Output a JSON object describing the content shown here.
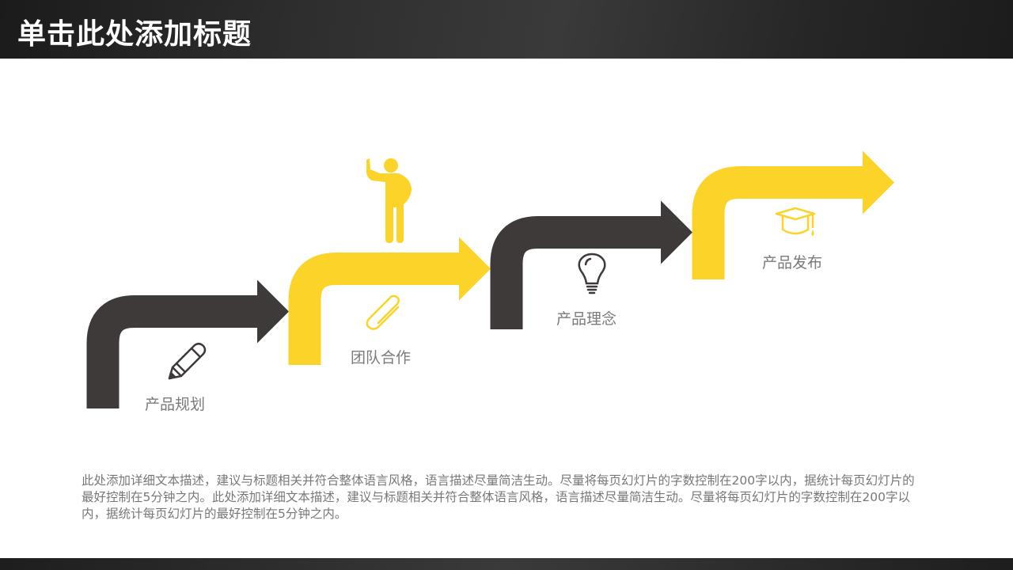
{
  "header": {
    "title": "单击此处添加标题"
  },
  "colors": {
    "dark": "#3e3a39",
    "yellow": "#fcd328",
    "label": "#7a7a7a"
  },
  "steps": [
    {
      "label": "产品规划",
      "icon": "pencil-icon",
      "color": "dark"
    },
    {
      "label": "团队合作",
      "icon": "paperclip-icon",
      "color": "yellow"
    },
    {
      "label": "产品理念",
      "icon": "lightbulb-icon",
      "color": "dark"
    },
    {
      "label": "产品发布",
      "icon": "graduation-cap-icon",
      "color": "yellow"
    }
  ],
  "description": "此处添加详细文本描述，建议与标题相关并符合整体语言风格，语言描述尽量简洁生动。尽量将每页幻灯片的字数控制在200字以内，据统计每页幻灯片的最好控制在5分钟之内。此处添加详细文本描述，建议与标题相关并符合整体语言风格，语言描述尽量简洁生动。尽量将每页幻灯片的字数控制在200字以内，据统计每页幻灯片的最好控制在5分钟之内。"
}
